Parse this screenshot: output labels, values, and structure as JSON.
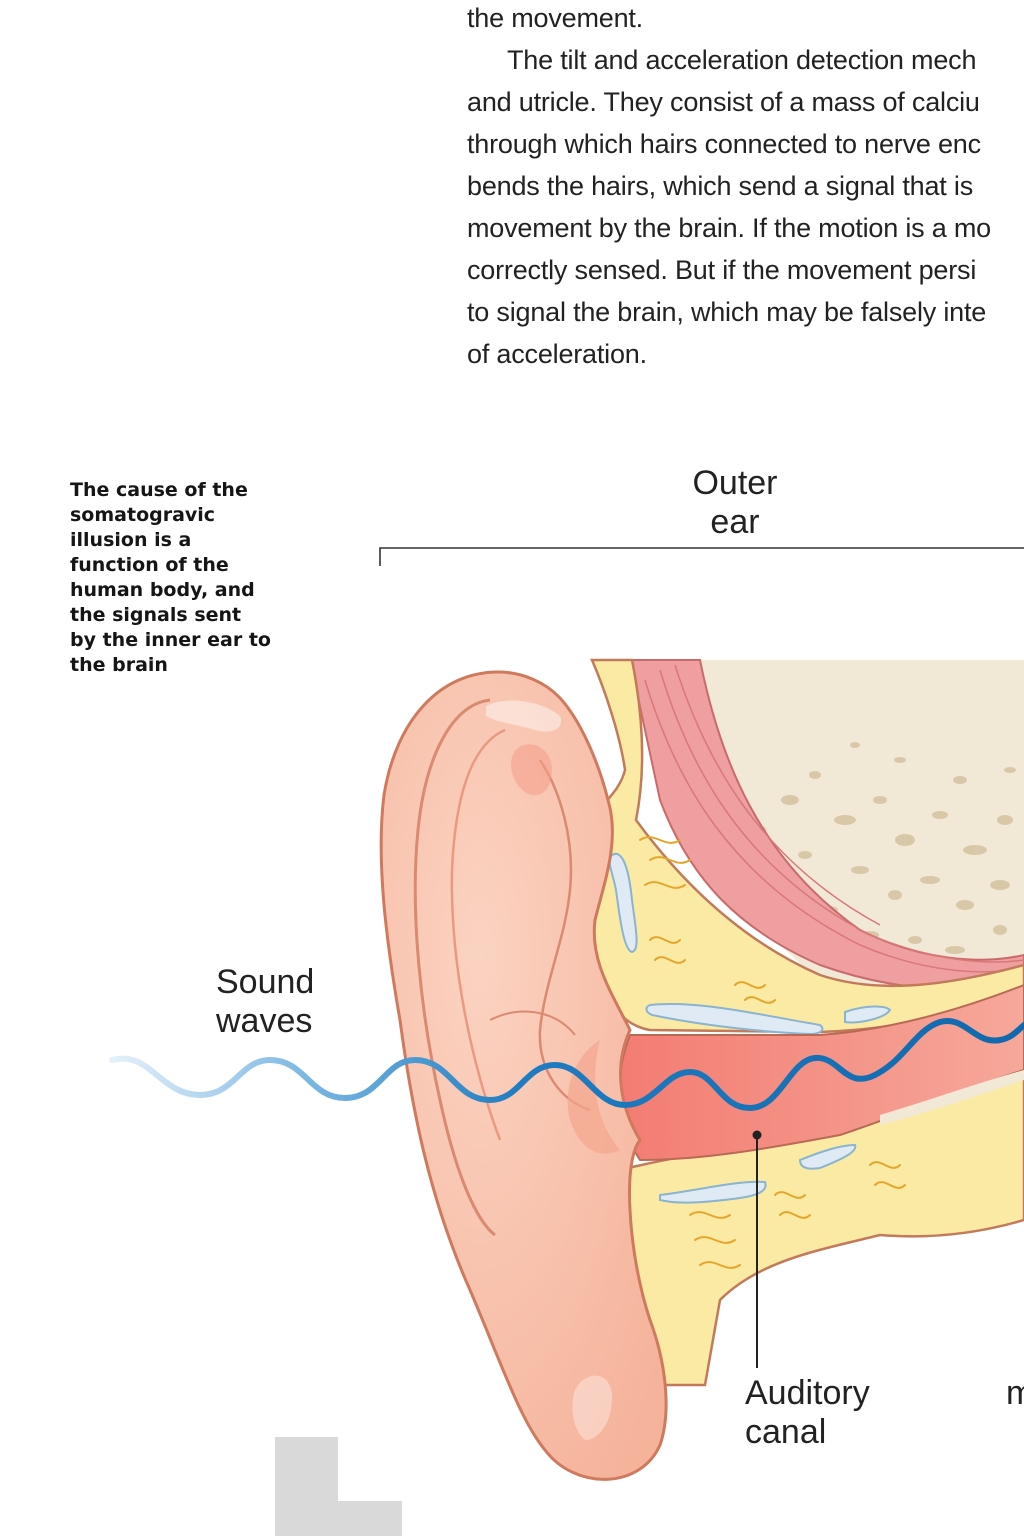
{
  "article": {
    "lines": [
      "the movement.",
      "The tilt and acceleration detection mech",
      "and utricle. They consist of a mass of calciu",
      "through which hairs connected to nerve enc",
      "bends the hairs, which send a signal that is",
      "movement by the brain. If the motion is a mo",
      "correctly sensed. But if the movement persi",
      "to signal the brain, which may be falsely inte",
      "of acceleration."
    ]
  },
  "caption": {
    "lines": [
      "The cause of the",
      "somatogravic",
      "illusion is a",
      "function of the",
      "human body, and",
      "the signals sent",
      "by the inner ear to",
      "the brain"
    ]
  },
  "diagram": {
    "outer_ear_label": [
      "Outer",
      "ear"
    ],
    "sound_waves_label": [
      "Sound",
      "waves"
    ],
    "auditory_canal_label": [
      "Auditory",
      "canal"
    ],
    "cut_off_label_partial": [
      "",
      "m"
    ],
    "colors": {
      "skin": "#f9c4ad",
      "skin_outline": "#cf7a5e",
      "cartilage": "#fbeaa2",
      "canal": "#f58a7e",
      "bone": "#f3ead9",
      "muscle": "#ef9b9b",
      "wave": "#1672b4"
    }
  }
}
